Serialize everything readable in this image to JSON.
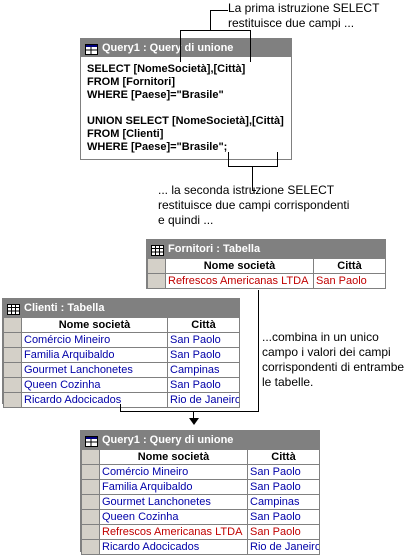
{
  "captions": {
    "first_select": "La prima istruzione SELECT\nrestituisce due campi ...",
    "second_select": "... la seconda istruzione SELECT\nrestituisce due campi corrispondenti\ne quindi ...",
    "combine": "...combina in un unico\ncampo i valori dei campi\ncorrispondenti di entrambe\nle tabelle."
  },
  "sql_window": {
    "title": "Query1 : Query di unione",
    "icon": "query-icon",
    "lines": [
      "SELECT [NomeSocietà],[Città]",
      "FROM [Fornitori]",
      "WHERE [Paese]=\"Brasile\"",
      "",
      "UNION SELECT [NomeSocietà],[Città]",
      "FROM [Clienti]",
      "WHERE [Paese]=\"Brasile\";"
    ]
  },
  "fornitori": {
    "title": "Fornitori : Tabella",
    "icon": "table-icon",
    "columns": [
      "Nome società",
      "Città"
    ],
    "rows": [
      [
        "Refrescos Americanas LTDA",
        "San Paolo"
      ]
    ]
  },
  "clienti": {
    "title": "Clienti : Tabella",
    "icon": "table-icon",
    "columns": [
      "Nome società",
      "Città"
    ],
    "rows": [
      [
        "Comércio Mineiro",
        "San Paolo"
      ],
      [
        "Familia Arquibaldo",
        "San Paolo"
      ],
      [
        "Gourmet Lanchonetes",
        "Campinas"
      ],
      [
        "Queen Cozinha",
        "San Paolo"
      ],
      [
        "Ricardo Adocicados",
        "Rio de Janeiro"
      ]
    ]
  },
  "result": {
    "title": "Query1 : Query di unione",
    "icon": "query-icon",
    "columns": [
      "Nome società",
      "Città"
    ],
    "rows": [
      [
        "Comércio Mineiro",
        "San Paolo"
      ],
      [
        "Familia Arquibaldo",
        "San Paolo"
      ],
      [
        "Gourmet Lanchonetes",
        "Campinas"
      ],
      [
        "Queen Cozinha",
        "San Paolo"
      ],
      [
        "Refrescos Americanas LTDA",
        "San Paolo"
      ],
      [
        "Ricardo Adocicados",
        "Rio de Janeiro"
      ]
    ]
  },
  "colors": {
    "title_bar": "#808080",
    "blue_text": "#0000a8",
    "red_text": "#c00000",
    "selector": "#d4d0c8"
  }
}
